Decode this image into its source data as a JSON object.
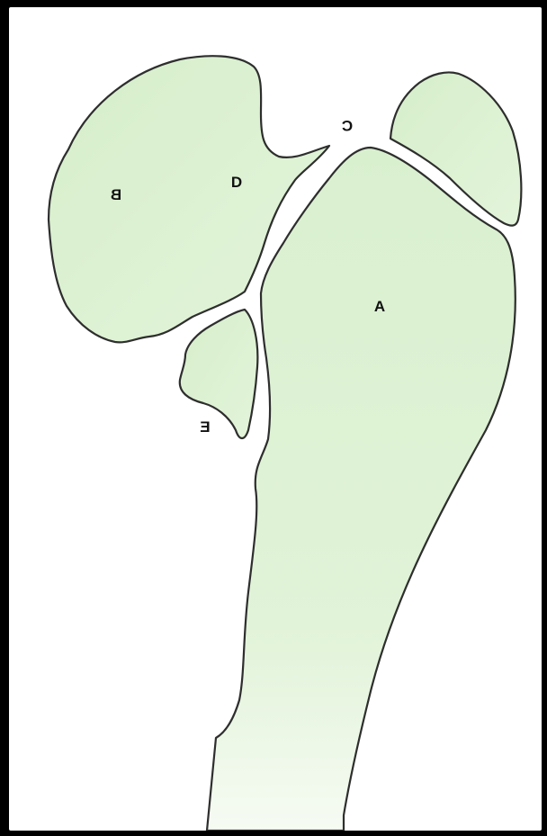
{
  "figure": {
    "colors": {
      "fragment_fill": "#d9f0cf",
      "fragment_fill_light": "#eef8e8",
      "outline": "#2e2e2e",
      "background": "#ffffff",
      "frame": "#000000"
    },
    "labels": {
      "a": "A",
      "b": "B",
      "c": "C",
      "d": "D",
      "e": "E"
    }
  }
}
